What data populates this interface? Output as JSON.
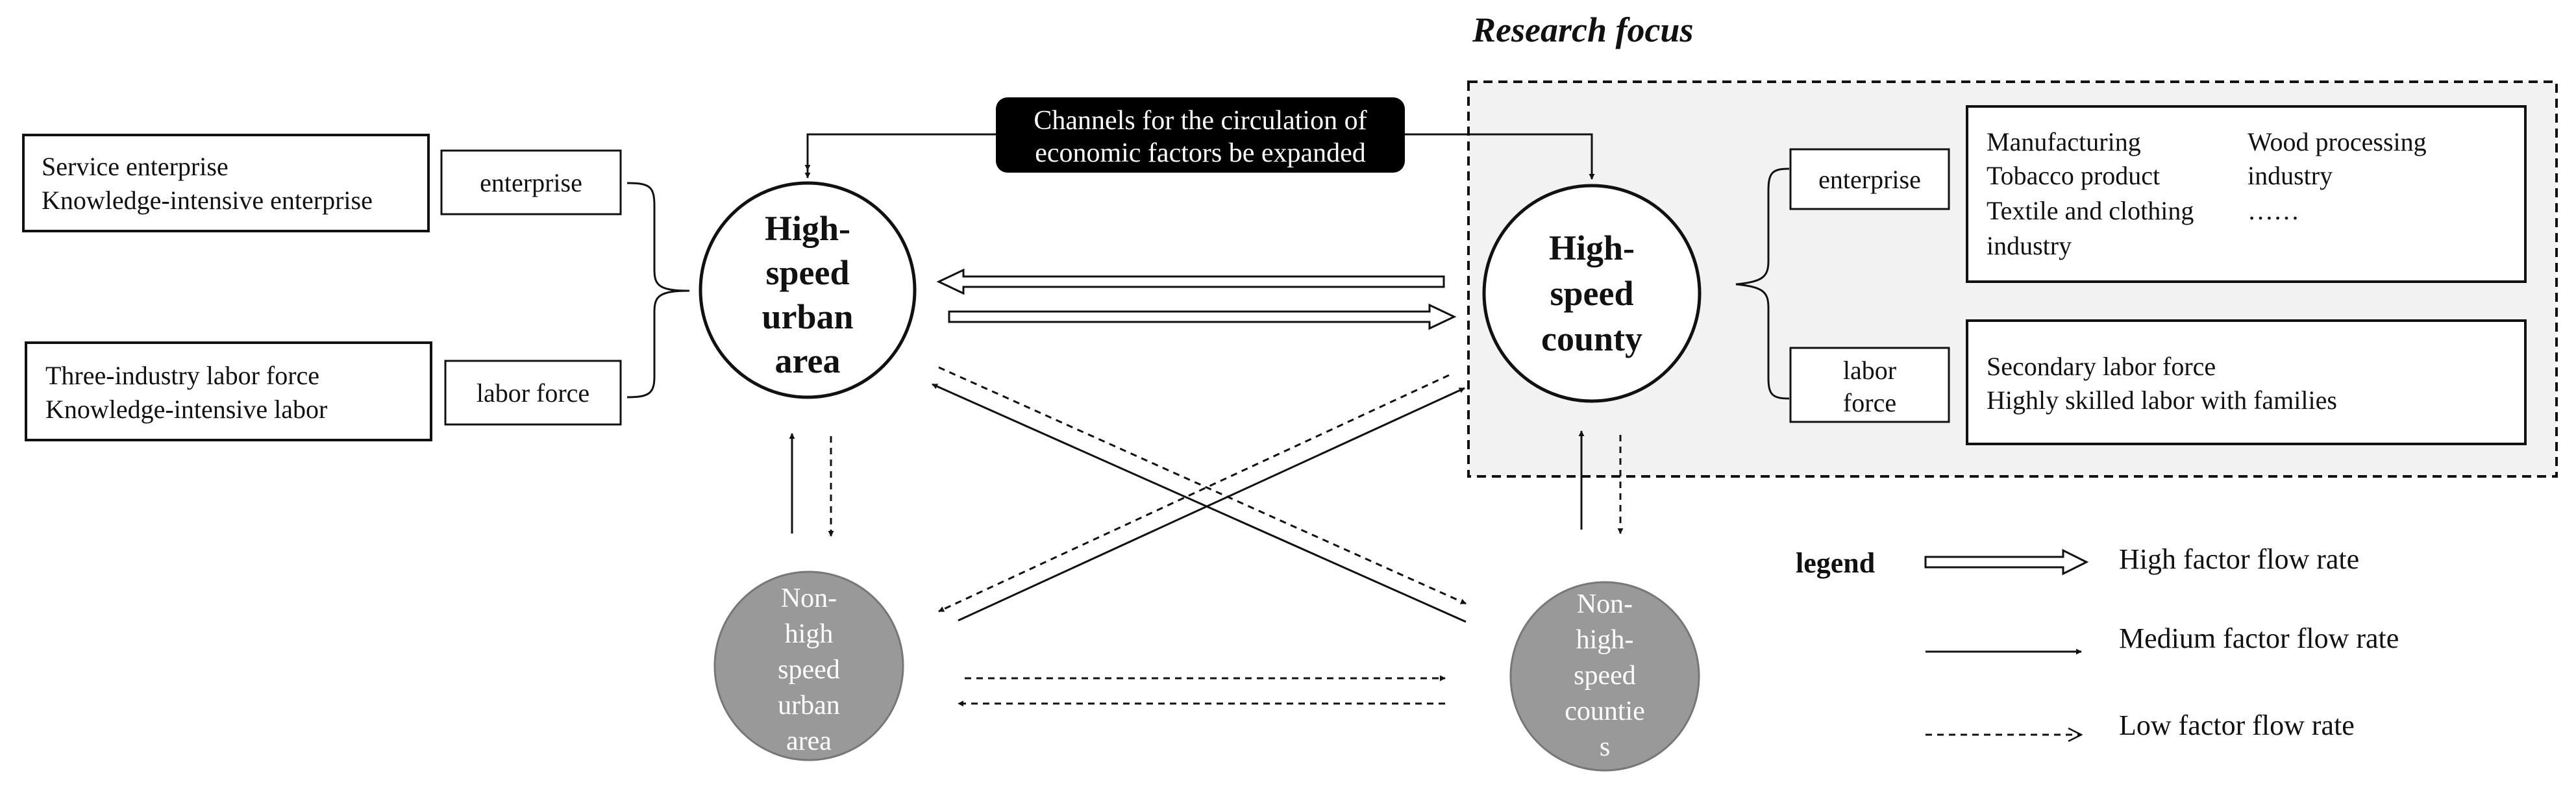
{
  "title": "Research focus",
  "channel_label": [
    "Channels for the circulation of",
    "economic factors be expanded"
  ],
  "urban": {
    "left_top_box": [
      "Service enterprise",
      "Knowledge-intensive enterprise"
    ],
    "left_bottom_box": [
      "Three-industry labor force",
      "Knowledge-intensive labor"
    ],
    "enterprise_label": "enterprise",
    "labor_label": "labor force",
    "node_label": [
      "High-",
      "speed",
      "urban",
      "area"
    ]
  },
  "county": {
    "node_label": [
      "High-",
      "speed",
      "county"
    ],
    "enterprise_label": "enterprise",
    "labor_label": [
      "labor",
      "force"
    ],
    "enterprise_box_col1": [
      "Manufacturing",
      "Tobacco product",
      "Textile and clothing",
      "industry"
    ],
    "enterprise_box_col2": [
      "Wood processing",
      "industry",
      "……"
    ],
    "labor_box": [
      "Secondary labor force",
      "Highly skilled labor with families"
    ]
  },
  "non_hs_urban": [
    "Non-",
    "high",
    "speed",
    "urban",
    "area"
  ],
  "non_hs_county": [
    "Non-",
    "high-",
    "speed",
    "countie",
    "s"
  ],
  "legend": {
    "title": "legend",
    "items": [
      {
        "label": "High factor flow rate",
        "style": "hollow-double"
      },
      {
        "label": "Medium factor flow rate",
        "style": "solid"
      },
      {
        "label": "Low factor flow rate",
        "style": "dashed"
      }
    ]
  },
  "colors": {
    "line": "#111111",
    "gray_node": "#999999",
    "focus_bg": "#f2f2f2",
    "channel_bg": "#000000",
    "channel_text": "#ffffff"
  }
}
